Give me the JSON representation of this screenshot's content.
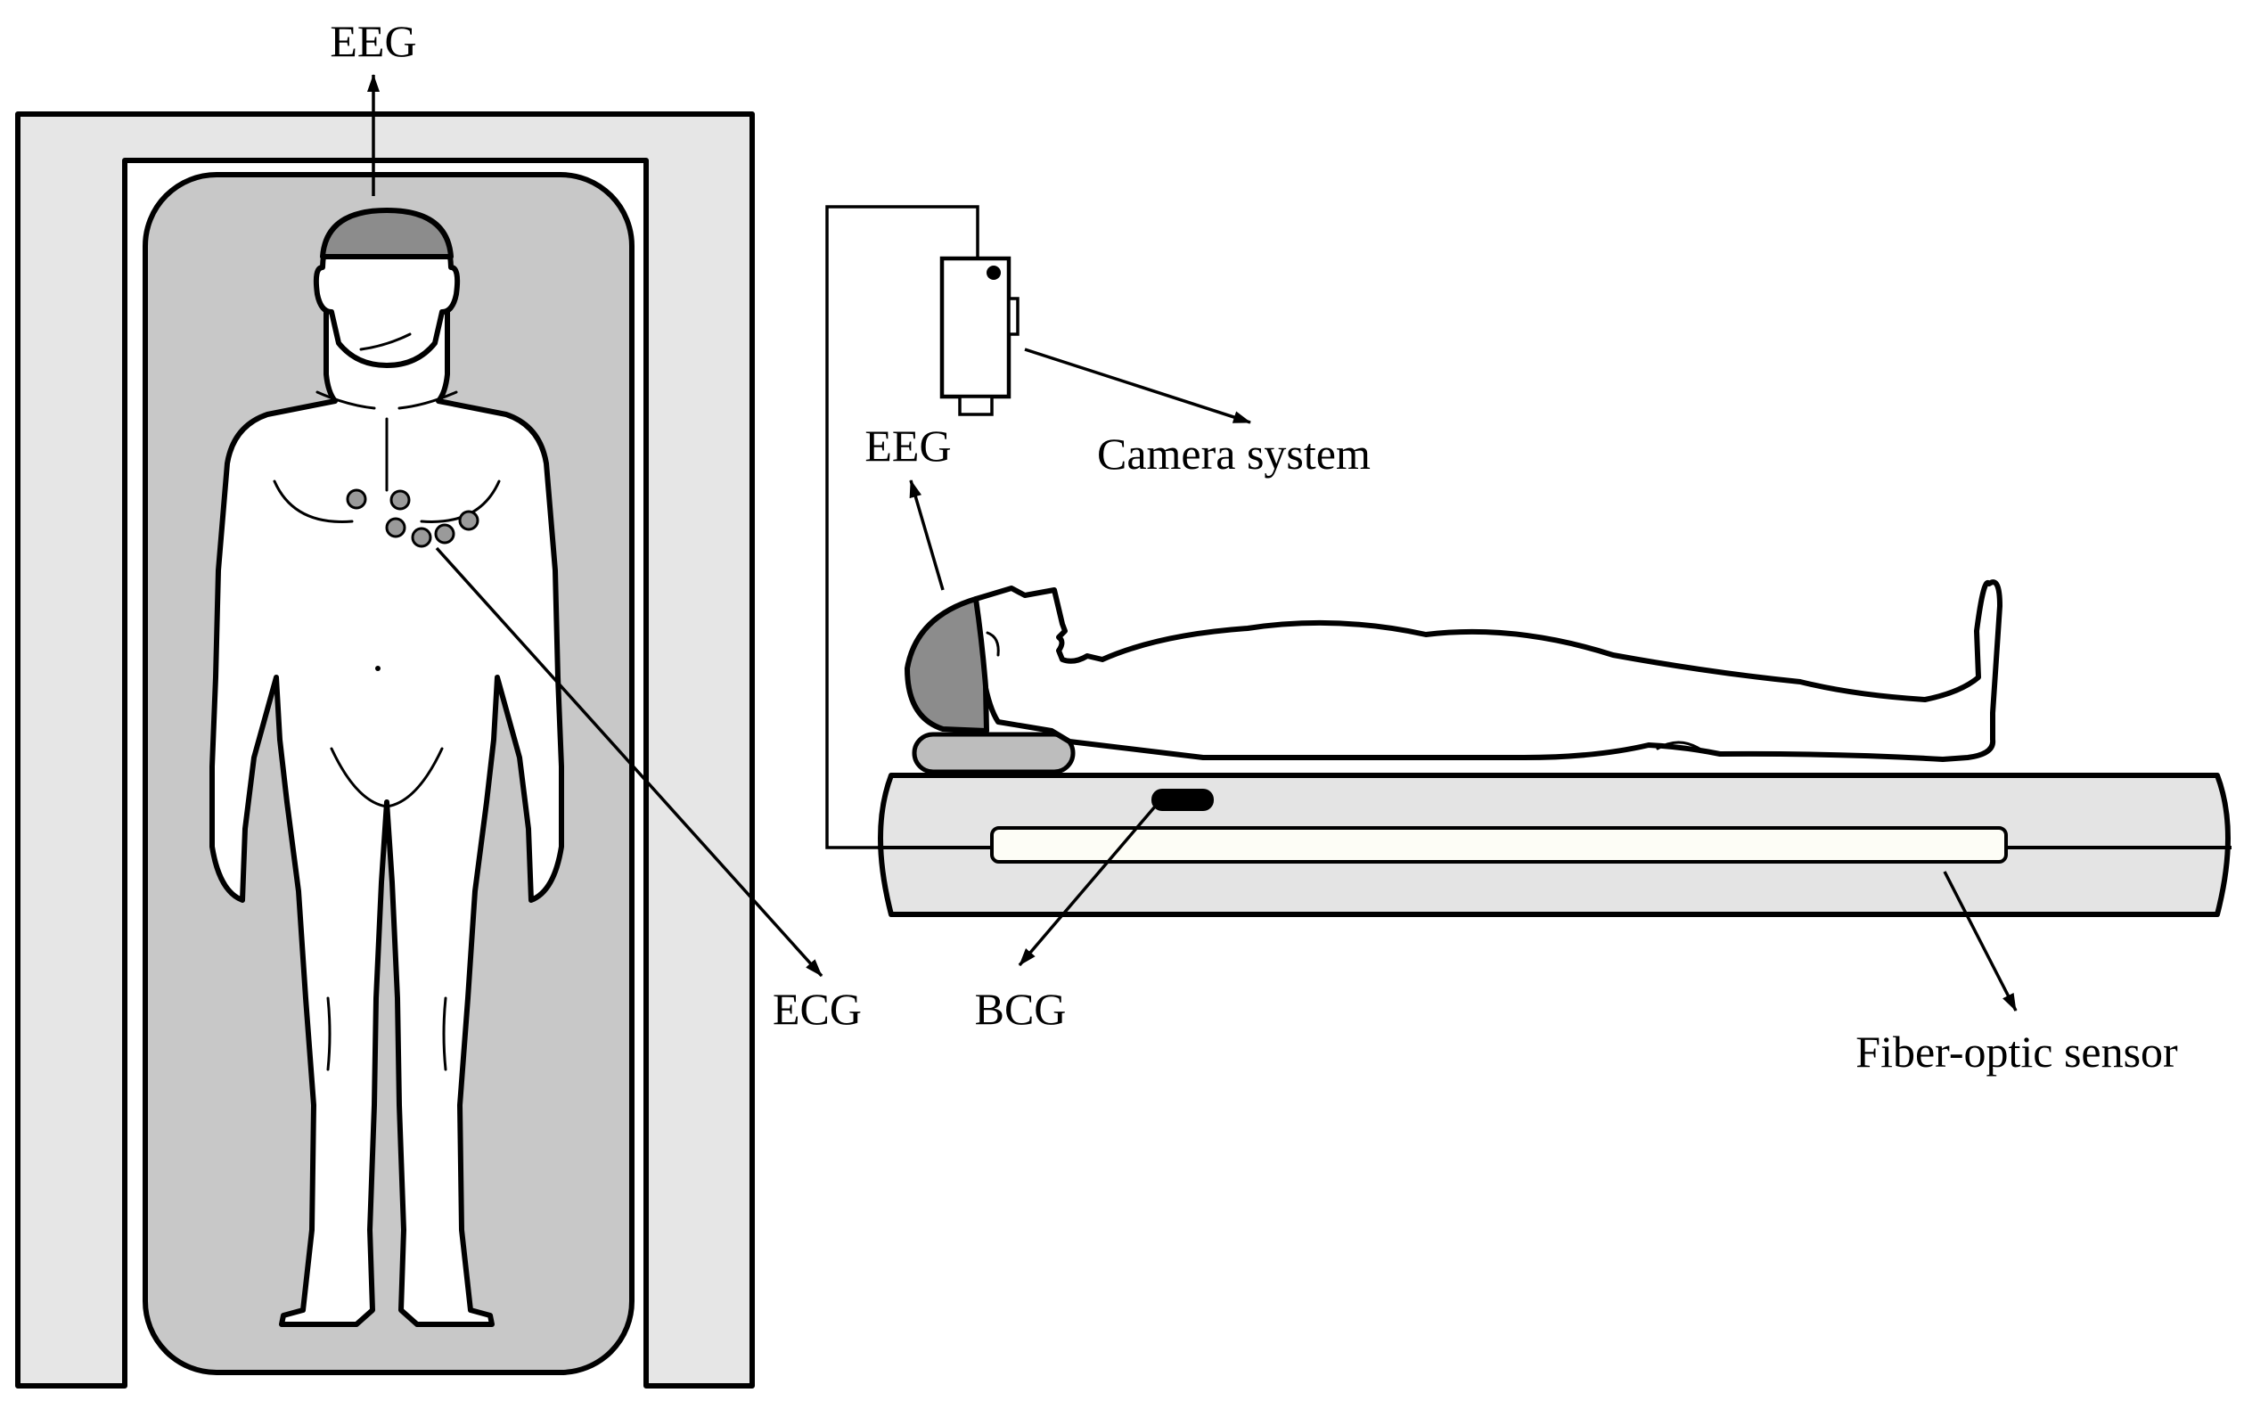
{
  "labels": {
    "eeg_top": "EEG",
    "eeg_side": "EEG",
    "camera": "Camera system",
    "ecg": "ECG",
    "bcg": "BCG",
    "fiber": "Fiber-optic sensor"
  },
  "colors": {
    "frame_fill": "#e6e6e6",
    "inner_panel": "#c8c8c8",
    "cap": "#8c8c8c",
    "electrode": "#9a9a9a",
    "bed": "#e4e4e4",
    "pillow": "#bdbdbd",
    "sensor_strip": "#fdfdf6",
    "outline": "#000000"
  }
}
